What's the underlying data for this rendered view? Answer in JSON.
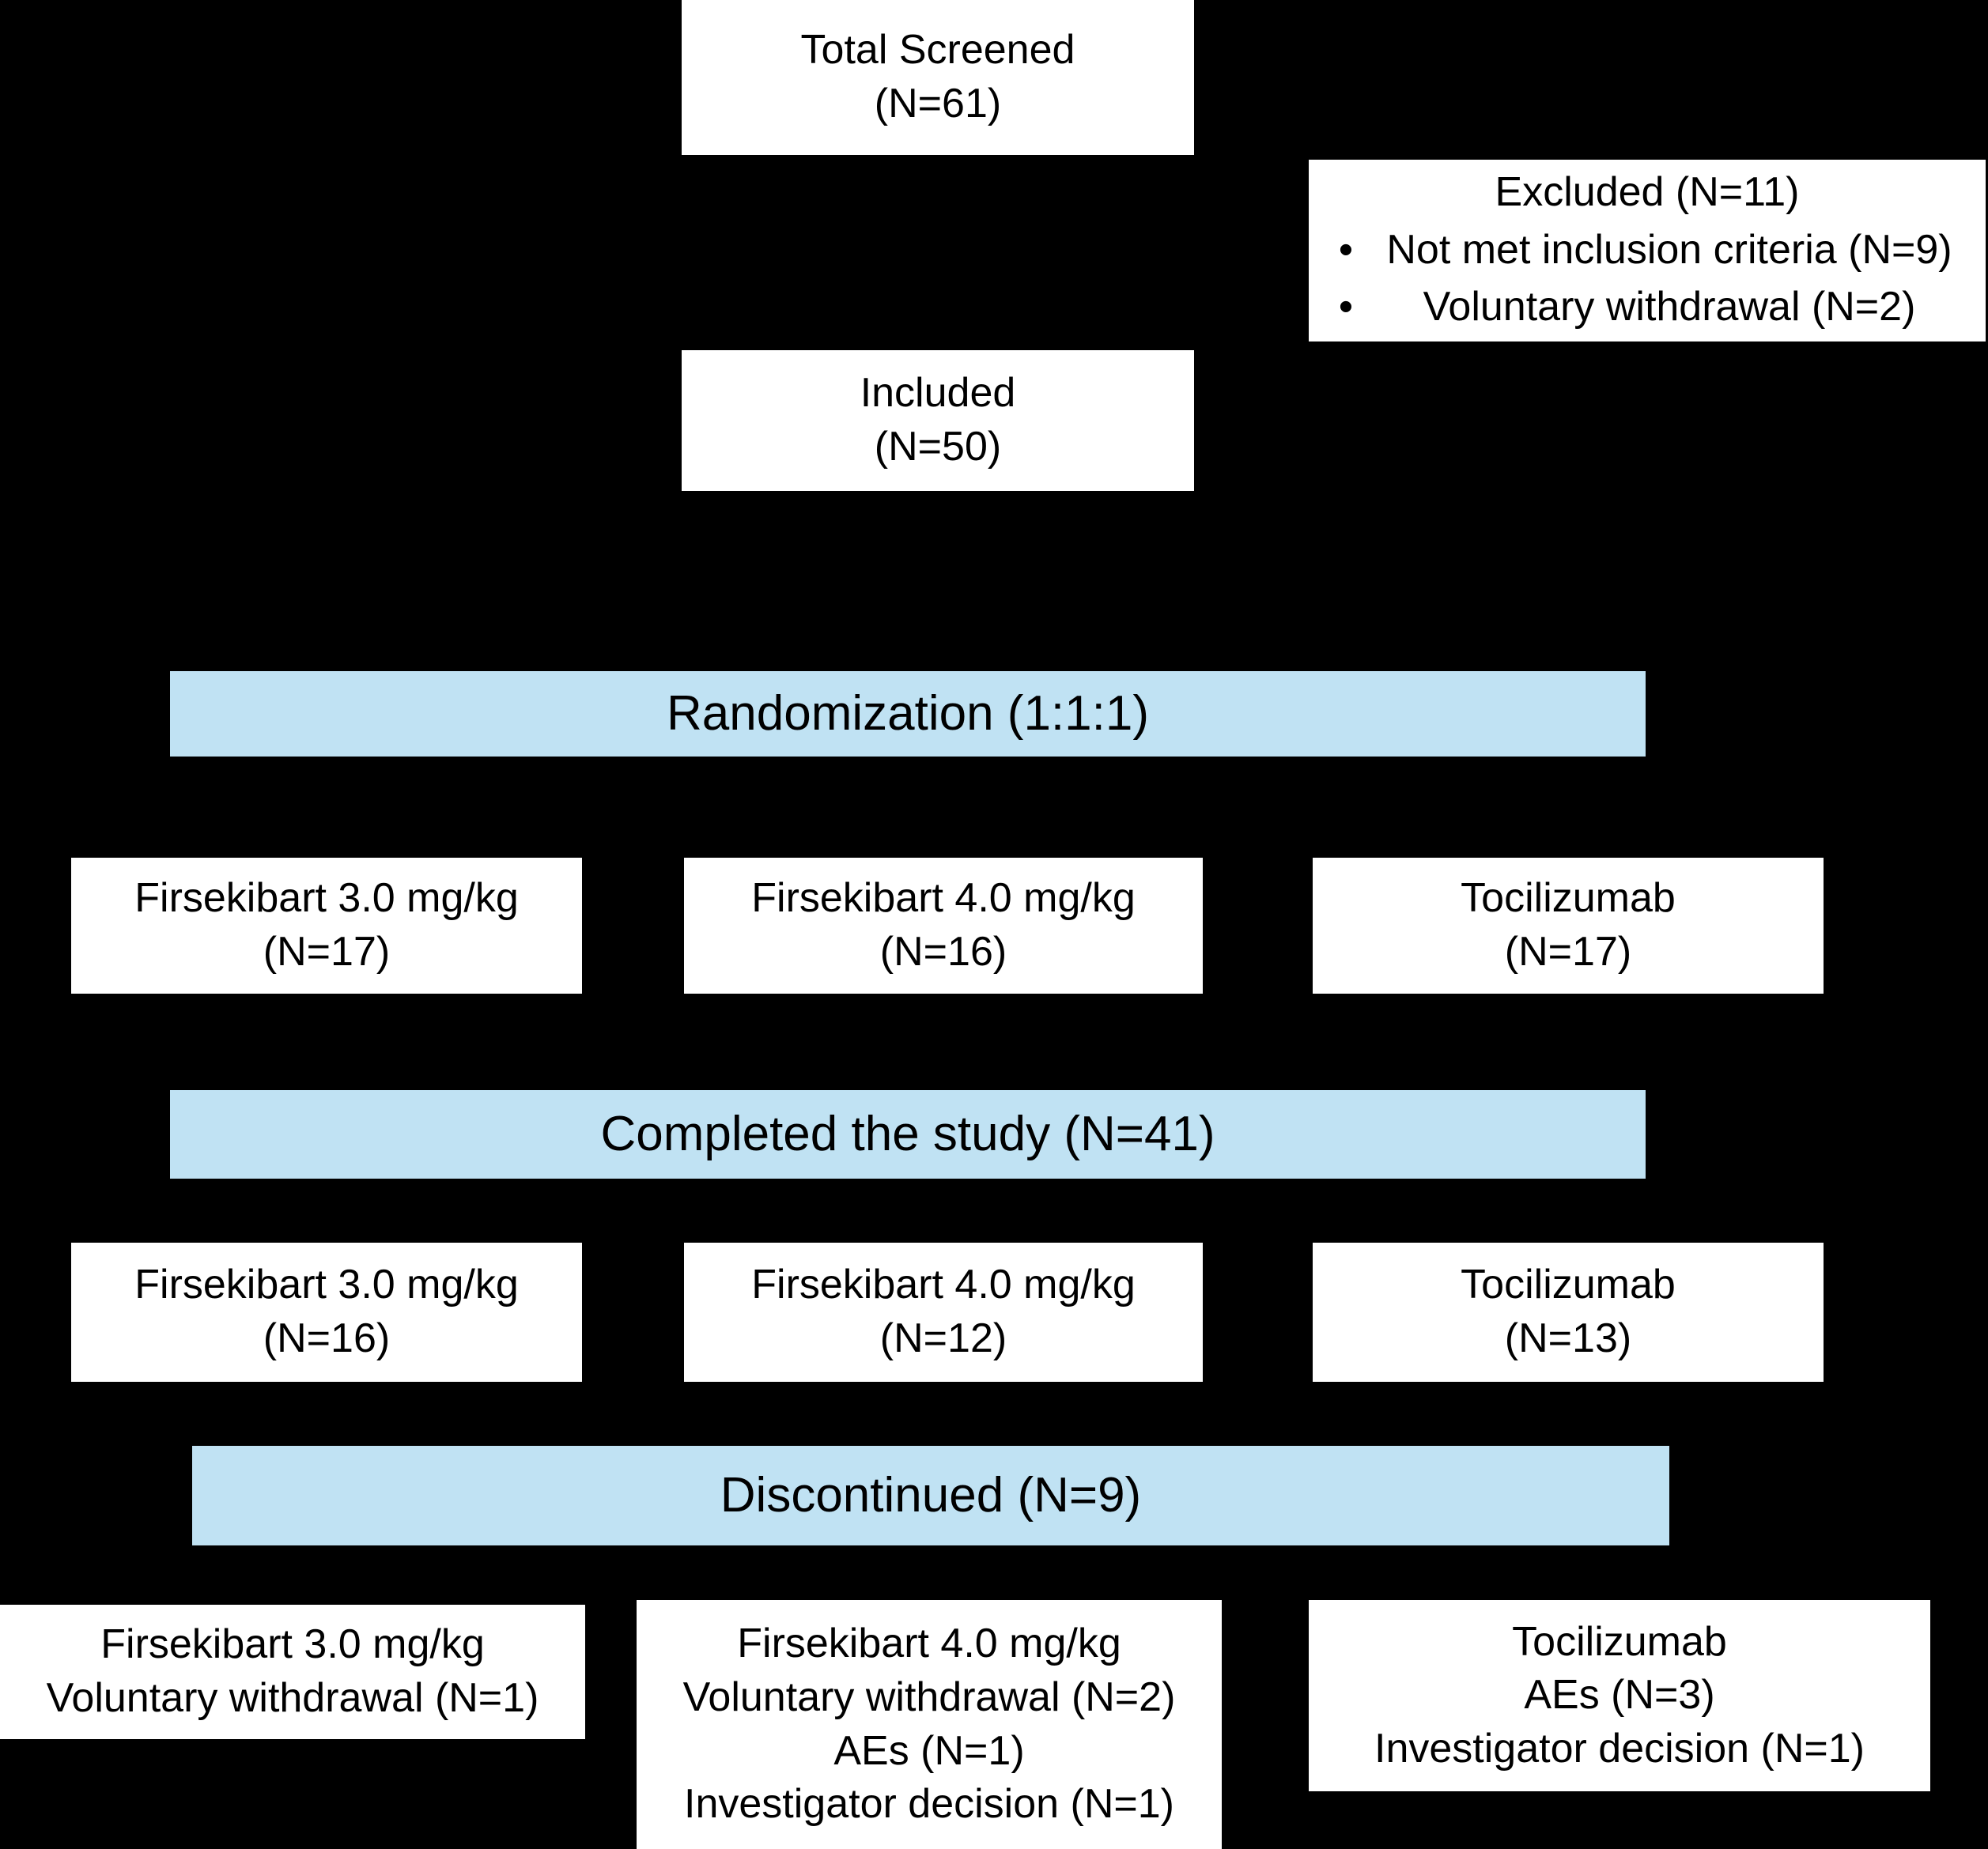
{
  "diagram": {
    "title": "CONSORT participant flow diagram",
    "colors": {
      "background": "#000000",
      "node_fill": "#ffffff",
      "stage_bar_fill": "#c0e2f3",
      "text": "#000000"
    }
  },
  "nodes": {
    "total_screened": {
      "line1": "Total Screened",
      "line2": "(N=61)",
      "n": 61
    },
    "excluded": {
      "title": "Excluded (N=11)",
      "n": 11,
      "bullet": "•",
      "reasons": [
        {
          "label": "Not met inclusion criteria (N=9)",
          "n": 9
        },
        {
          "label": "Voluntary withdrawal (N=2)",
          "n": 2
        }
      ]
    },
    "included": {
      "line1": "Included",
      "line2": "(N=50)",
      "n": 50
    },
    "randomization_bar": {
      "label": "Randomization (1:1:1)",
      "ratio": "1:1:1"
    },
    "randomized_arms": [
      {
        "line1": "Firsekibart 3.0 mg/kg",
        "line2": "(N=17)",
        "n": 17
      },
      {
        "line1": "Firsekibart 4.0 mg/kg",
        "line2": "(N=16)",
        "n": 16
      },
      {
        "line1": "Tocilizumab",
        "line2": "(N=17)",
        "n": 17
      }
    ],
    "completed_bar": {
      "label": "Completed the study (N=41)",
      "n": 41
    },
    "completed_arms": [
      {
        "line1": "Firsekibart 3.0 mg/kg",
        "line2": "(N=16)",
        "n": 16
      },
      {
        "line1": "Firsekibart 4.0 mg/kg",
        "line2": "(N=12)",
        "n": 12
      },
      {
        "line1": "Tocilizumab",
        "line2": "(N=13)",
        "n": 13
      }
    ],
    "discontinued_bar": {
      "label": "Discontinued (N=9)",
      "n": 9
    },
    "discontinued_arms": [
      {
        "line1": "Firsekibart 3.0 mg/kg",
        "line2": "Voluntary withdrawal (N=1)",
        "line3": "",
        "line4": ""
      },
      {
        "line1": "Firsekibart 4.0 mg/kg",
        "line2": "Voluntary withdrawal (N=2)",
        "line3": "AEs (N=1)",
        "line4": "Investigator decision (N=1)"
      },
      {
        "line1": "Tocilizumab",
        "line2": "AEs (N=3)",
        "line3": "Investigator decision (N=1)",
        "line4": ""
      }
    ]
  }
}
